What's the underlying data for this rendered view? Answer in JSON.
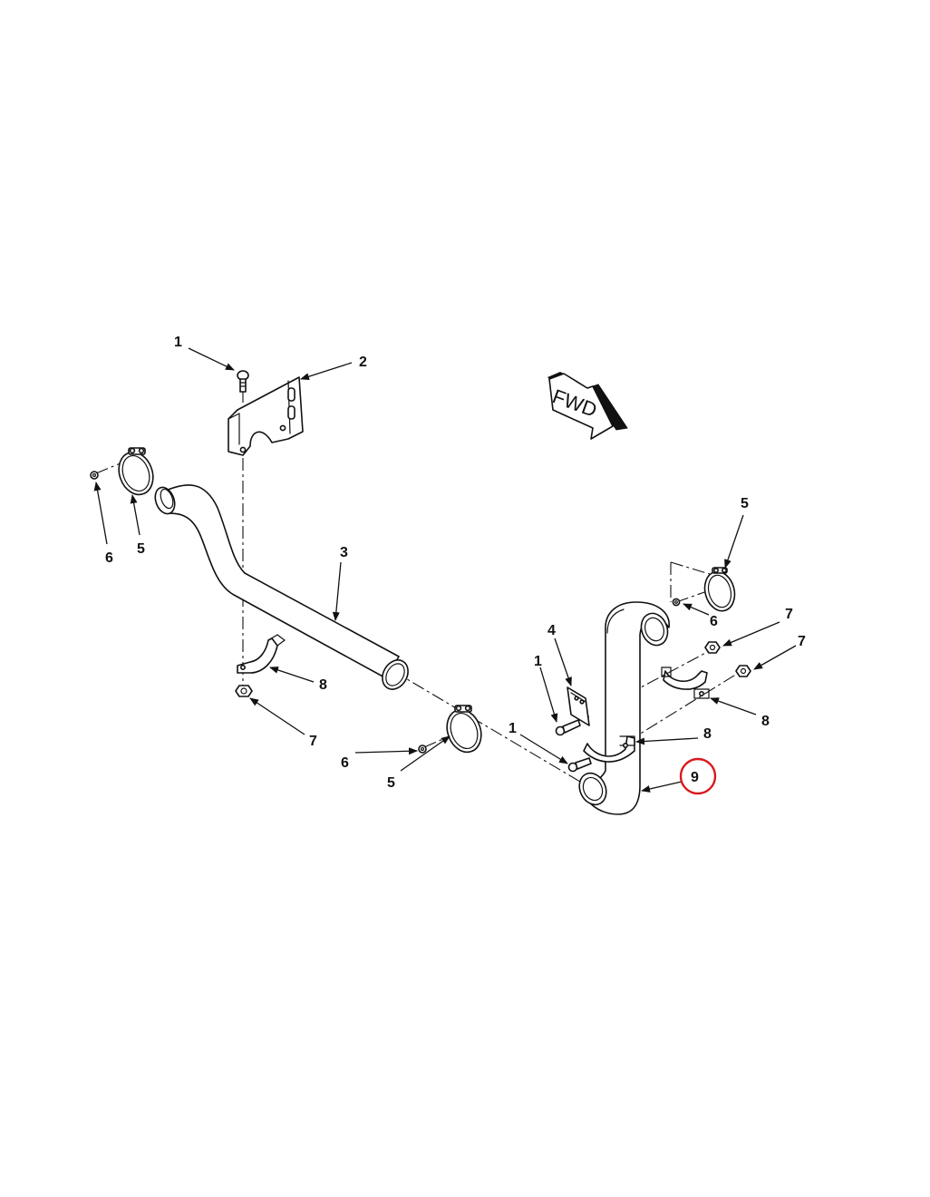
{
  "fwd_label": "FWD",
  "highlight_color": "#d9191f",
  "callouts": {
    "c1_top": "1",
    "c2": "2",
    "c3": "3",
    "c4": "4",
    "c5_left": "5",
    "c6_left": "6",
    "c8_left": "8",
    "c7_left": "7",
    "c6_mid": "6",
    "c5_mid": "5",
    "c1_mid": "1",
    "c1_low": "1",
    "c5_right": "5",
    "c6_right": "6",
    "c7_right_a": "7",
    "c7_right_b": "7",
    "c8_right_a": "8",
    "c8_right_b": "8",
    "c9": "9"
  }
}
